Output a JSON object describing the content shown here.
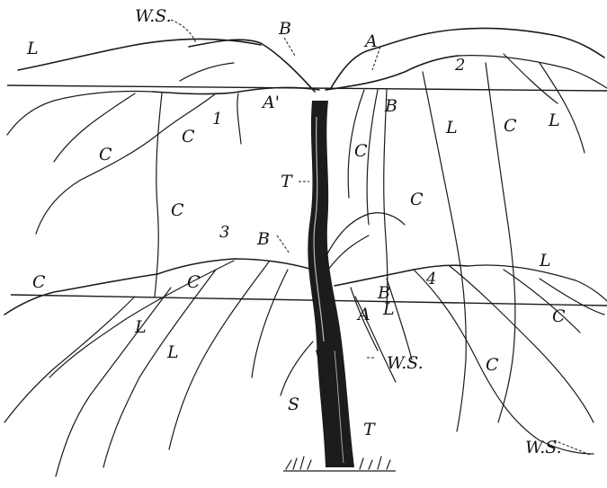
{
  "figure": {
    "labels": {
      "ws": "W.S.",
      "l": "L",
      "b": "B",
      "a": "A",
      "a_prime": "A'",
      "c": "C",
      "t": "T",
      "s": "S",
      "n1": "1",
      "n2": "2",
      "n3": "3",
      "n4": "4"
    }
  }
}
